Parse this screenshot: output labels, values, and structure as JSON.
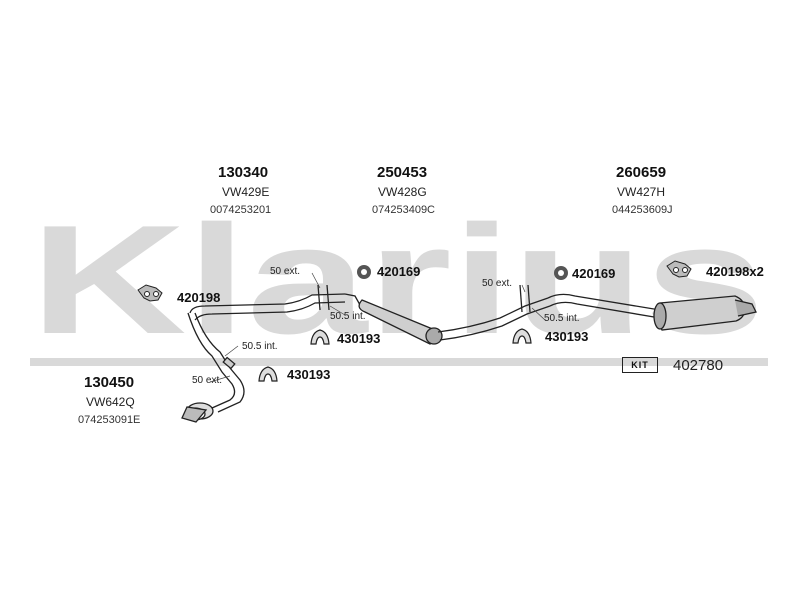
{
  "brand": {
    "watermark": "Klarius"
  },
  "groups": [
    {
      "part": "130340",
      "ref": "VW429E",
      "oe": "0074253201"
    },
    {
      "part": "250453",
      "ref": "VW428G",
      "oe": "074253409C"
    },
    {
      "part": "260659",
      "ref": "VW427H",
      "oe": "044253609J"
    },
    {
      "part": "130450",
      "ref": "VW642Q",
      "oe": "074253091E"
    }
  ],
  "fittings": {
    "hanger_left": "420198",
    "ring_mid": "420169",
    "ring_right": "420169",
    "hanger_right": "420198x2",
    "clamp_mid": "430193",
    "clamp_right": "430193",
    "clamp_front": "430193"
  },
  "dimensions": {
    "ext_mid": "50 ext.",
    "int_mid": "50.5 int.",
    "ext_right": "50 ext.",
    "int_right": "50.5 int.",
    "int_front": "50.5 int.",
    "ext_front": "50 ext."
  },
  "kit": {
    "label": "KIT",
    "number": "402780"
  }
}
